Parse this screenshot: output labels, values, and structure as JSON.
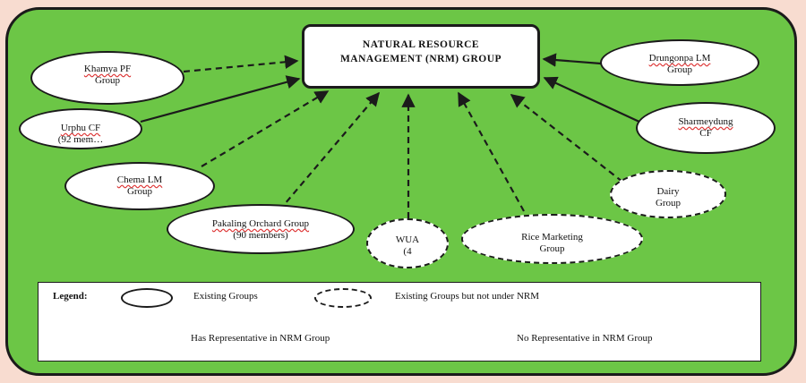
{
  "central": {
    "line1": "NATURAL RESOURCE",
    "line2": "MANAGEMENT (NRM) GROUP"
  },
  "groups": {
    "khamya": {
      "name": "Khamya PF",
      "sub": "Group"
    },
    "urphu": {
      "name": "Urphu CF",
      "sub": "(92 mem…"
    },
    "chema": {
      "name": "Chema LM",
      "sub": "Group"
    },
    "pakaling": {
      "name": "Pakaling Orchard Group",
      "sub": "(90 members)"
    },
    "wua": {
      "name": "WUA",
      "sub": "(4"
    },
    "rice": {
      "name": "Rice Marketing",
      "sub": "Group"
    },
    "dairy": {
      "name": "Dairy",
      "sub": "Group"
    },
    "sharmeydung": {
      "name": "Sharmeydung",
      "sub": "CF"
    },
    "drungonpa": {
      "name": "Drungonpa LM",
      "sub": "Group"
    }
  },
  "legend": {
    "title": "Legend:",
    "existing": "Existing Groups",
    "existing_not_nrm": "Existing Groups but not under NRM",
    "has_rep": "Has Representative in NRM Group",
    "no_rep": "No Representative in NRM Group"
  },
  "colors": {
    "background": "#6cc646",
    "outer": "#f8dcd0",
    "stroke": "#1b1b1b",
    "node_fill": "#ffffff"
  }
}
